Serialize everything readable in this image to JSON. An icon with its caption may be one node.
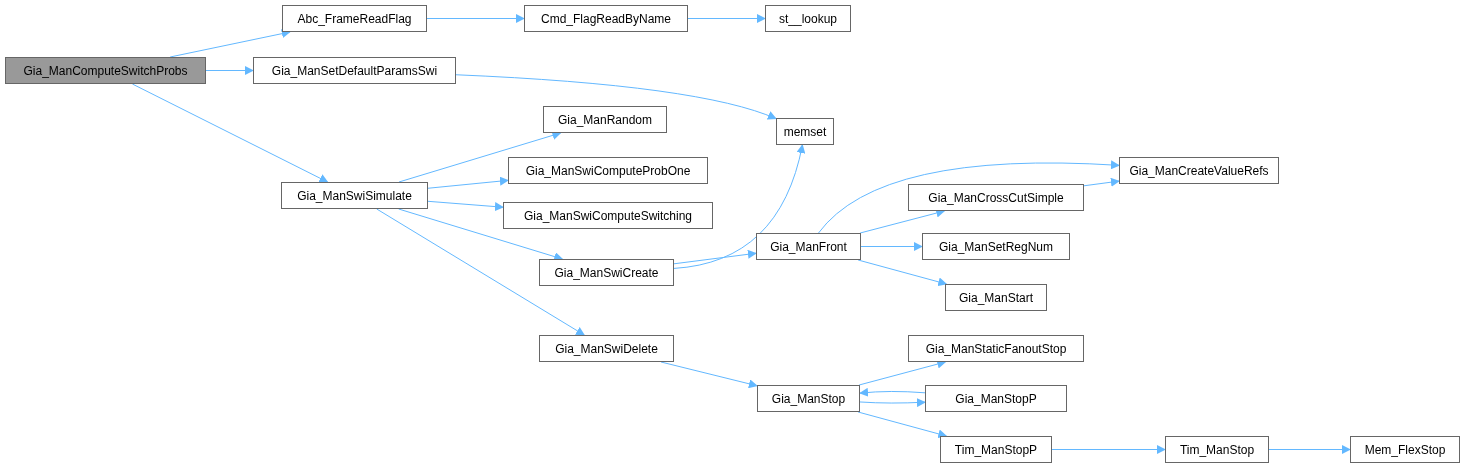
{
  "diagram": {
    "nodes": [
      {
        "text": [
          "Gia_ManComputeSwitchProbs"
        ]
      },
      {
        "text": [
          "Abc_FrameReadFlag"
        ]
      },
      {
        "text": [
          "Cmd_FlagReadByName"
        ]
      },
      {
        "text": [
          "st__lookup"
        ]
      },
      {
        "text": [
          "Gia_ManSetDefaultParamsSwi"
        ]
      },
      {
        "text": [
          "memset"
        ]
      },
      {
        "text": [
          "Gia_ManSwiSimulate"
        ]
      },
      {
        "text": [
          "Gia_ManRandom"
        ]
      },
      {
        "text": [
          "Gia_ManSwiComputeProbOne"
        ]
      },
      {
        "text": [
          "Gia_ManSwiComputeSwitching"
        ]
      },
      {
        "text": [
          "Gia_ManSwiCreate"
        ]
      },
      {
        "text": [
          "Gia_ManFront"
        ]
      },
      {
        "text": [
          "Gia_ManCreateValueRefs"
        ]
      },
      {
        "text": [
          "Gia_ManCrossCutSimple"
        ]
      },
      {
        "text": [
          "Gia_ManSetRegNum"
        ]
      },
      {
        "text": [
          "Gia_ManStart"
        ]
      },
      {
        "text": [
          "Gia_ManSwiDelete"
        ]
      },
      {
        "text": [
          "Gia_ManStop"
        ]
      },
      {
        "text": [
          "Gia_ManStaticFanoutStop"
        ]
      },
      {
        "text": [
          "Gia_ManStopP"
        ]
      },
      {
        "text": [
          "Tim_ManStopP"
        ]
      },
      {
        "text": [
          "Tim_ManStop"
        ]
      },
      {
        "text": [
          "Mem_FlexStop"
        ]
      }
    ],
    "edges": [
      {
        "from": 0,
        "to": 1,
        "arrow": "to"
      },
      {
        "from": 0,
        "to": 4,
        "arrow": "to"
      },
      {
        "from": 0,
        "to": 6,
        "arrow": "to"
      },
      {
        "from": 1,
        "to": 2,
        "arrow": "to"
      },
      {
        "from": 2,
        "to": 3,
        "arrow": "to"
      },
      {
        "from": 4,
        "to": 5,
        "arrow": "to"
      },
      {
        "from": 6,
        "to": 7,
        "arrow": "to"
      },
      {
        "from": 6,
        "to": 8,
        "arrow": "to"
      },
      {
        "from": 6,
        "to": 9,
        "arrow": "to"
      },
      {
        "from": 6,
        "to": 10,
        "arrow": "to"
      },
      {
        "from": 6,
        "to": 16,
        "arrow": "to"
      },
      {
        "from": 10,
        "to": 5,
        "arrow": "to"
      },
      {
        "from": 10,
        "to": 11,
        "arrow": "to"
      },
      {
        "from": 11,
        "to": 12,
        "arrow": "to"
      },
      {
        "from": 11,
        "to": 13,
        "arrow": "to"
      },
      {
        "from": 11,
        "to": 14,
        "arrow": "to"
      },
      {
        "from": 11,
        "to": 15,
        "arrow": "to"
      },
      {
        "from": 13,
        "to": 12,
        "arrow": "to"
      },
      {
        "from": 16,
        "to": 17,
        "arrow": "to"
      },
      {
        "from": 17,
        "to": 18,
        "arrow": "to"
      },
      {
        "from": 17,
        "to": 19,
        "arrow": "to"
      },
      {
        "from": 19,
        "to": 17,
        "arrow": "to"
      },
      {
        "from": 17,
        "to": 20,
        "arrow": "to"
      },
      {
        "from": 20,
        "to": 21,
        "arrow": "to"
      },
      {
        "from": 21,
        "to": 22,
        "arrow": "to"
      }
    ]
  }
}
